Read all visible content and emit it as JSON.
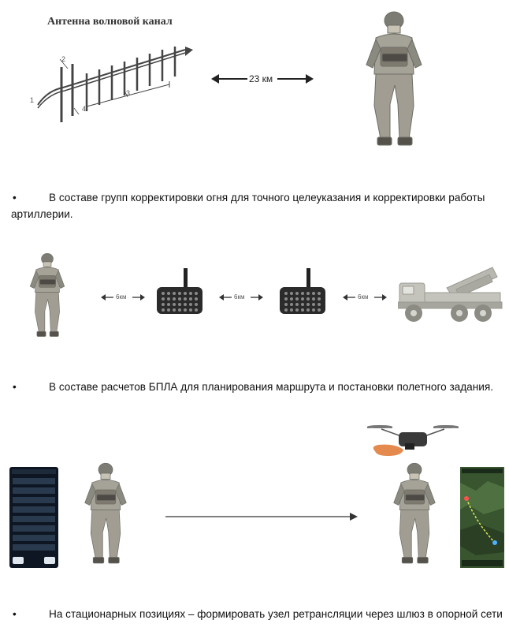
{
  "section1": {
    "antenna_title": "Антенна волновой канал",
    "antenna_labels": [
      "1",
      "2",
      "3",
      "4"
    ],
    "distance": "23 км"
  },
  "bullet_char": "•",
  "para1": "В составе групп корректировки огня для точного целеуказания и корректировки работы артиллерии.",
  "section2": {
    "distances": [
      "6км",
      "6км",
      "6км"
    ]
  },
  "para2": "В составе расчетов БПЛА для планирования маршрута и постановки полетного задания.",
  "para3": "На стационарных позициях – формировать узел ретрансляции через шлюз в опорной сети"
}
